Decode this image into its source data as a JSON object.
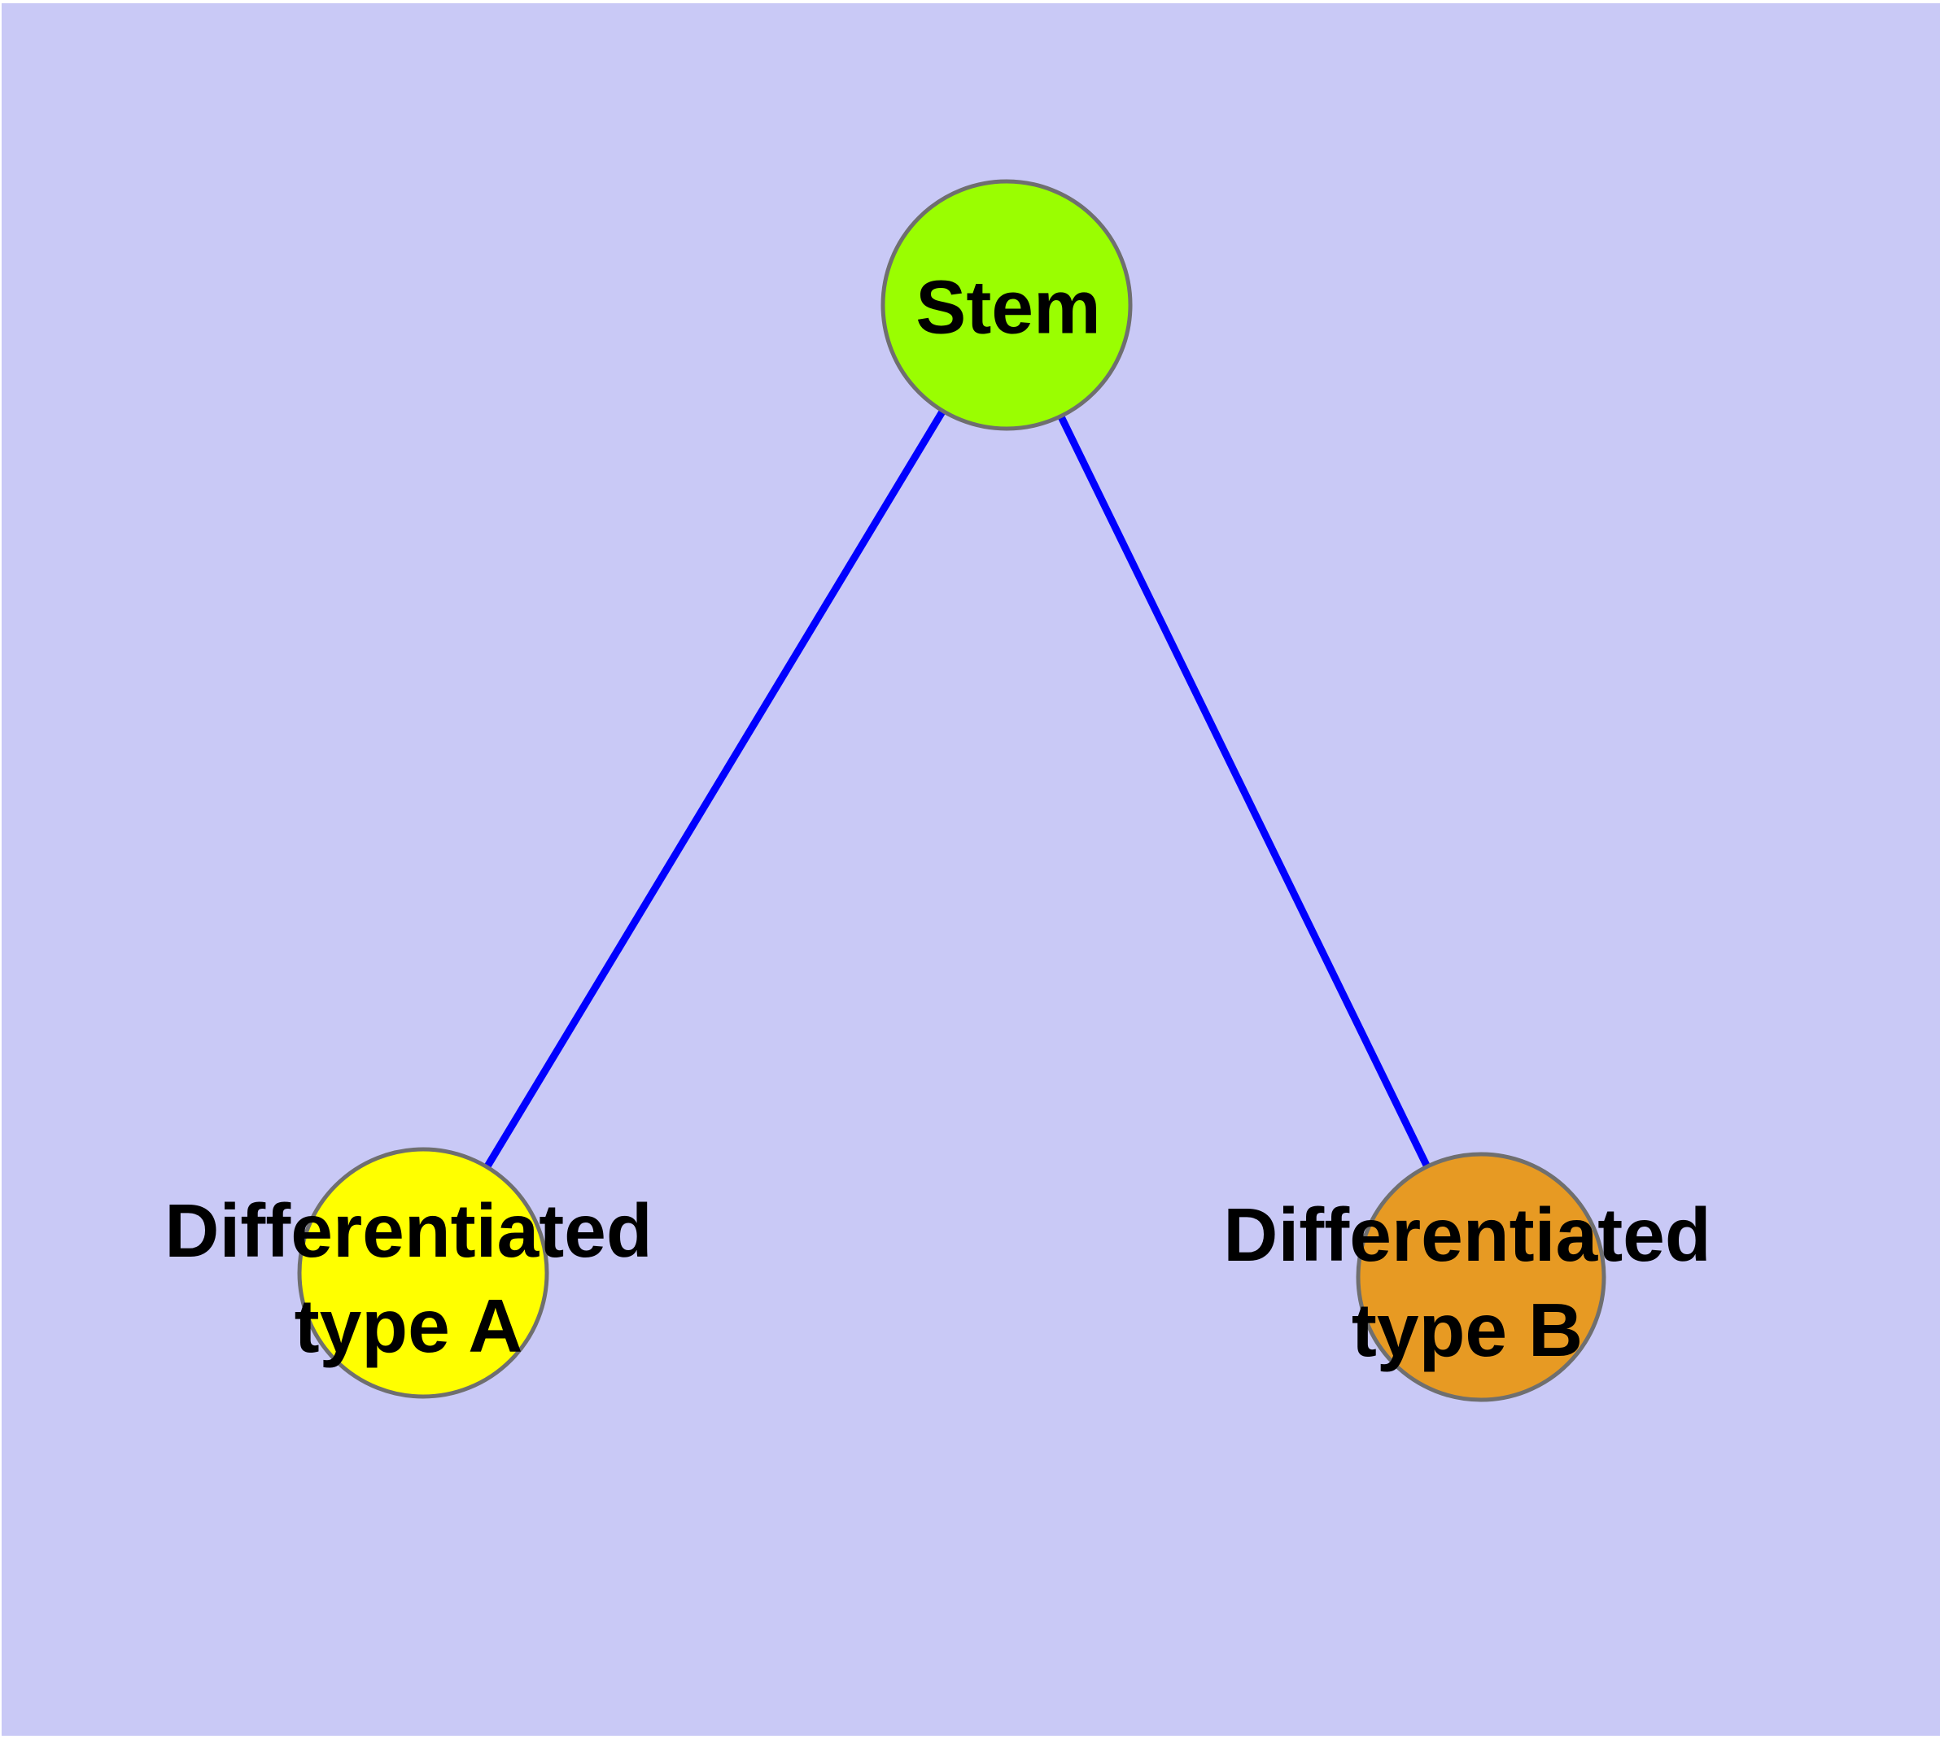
{
  "diagram": {
    "background_color": "#C9C9F6",
    "margin_color": "#FFFFFF",
    "text_color": "#000000",
    "node_border_color": "#6F6F6F",
    "nodes": [
      {
        "id": "stem",
        "label": "Stem",
        "fill": "#9AFE01"
      },
      {
        "id": "type-a",
        "label": "Differentiated\ntype A",
        "fill": "#FFFF00"
      },
      {
        "id": "type-b",
        "label": "Differentiated\ntype B",
        "fill": "#E79A23"
      }
    ],
    "edges": [
      {
        "source": "stem",
        "target": "type-a",
        "color": "#0000FE"
      },
      {
        "source": "stem",
        "target": "type-b",
        "color": "#0000FE"
      }
    ]
  }
}
